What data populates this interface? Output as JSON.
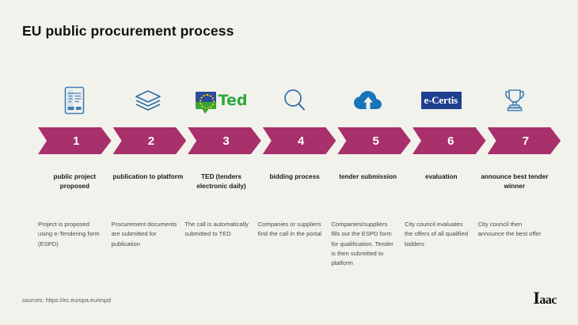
{
  "page": {
    "title": "EU public procurement process",
    "background_color": "#f2f2ec",
    "arrow_color": "#a8306b",
    "icon_color": "#3f7fb5"
  },
  "steps": [
    {
      "number": "1",
      "icon": "e-tendering-document-icon",
      "caption": "public project proposed",
      "body": "Project is proposed using e-Tendering form (ESPD)"
    },
    {
      "number": "2",
      "icon": "stacked-layers-icon",
      "caption": "publication to platform",
      "body": "Procurement documents are submitted for publication"
    },
    {
      "number": "3",
      "icon": "ted-logo-icon",
      "icon_text": "Ted",
      "caption": "TED (tenders electronic daily)",
      "body": "The call is automatically submitted to TED"
    },
    {
      "number": "4",
      "icon": "magnifier-search-icon",
      "caption": "bidding process",
      "body": "Companies or suppliers find the call in the portal"
    },
    {
      "number": "5",
      "icon": "cloud-upload-icon",
      "caption": "tender submission",
      "body": "Companies/suppliers fills out the ESPD form for qualification. Tender is then submitted to platform"
    },
    {
      "number": "6",
      "icon": "e-certis-logo-icon",
      "icon_text": "e-Certis",
      "caption": "evaluation",
      "body": "City council evaluates the offers of all qualified bidders"
    },
    {
      "number": "7",
      "icon": "trophy-icon",
      "caption": "announce best tender winner",
      "body": "City council then announce the best offer"
    }
  ],
  "footer": {
    "sources": "sources: https://ec.europa.eu/espd",
    "logo_big": "I",
    "logo_small": "aac"
  }
}
